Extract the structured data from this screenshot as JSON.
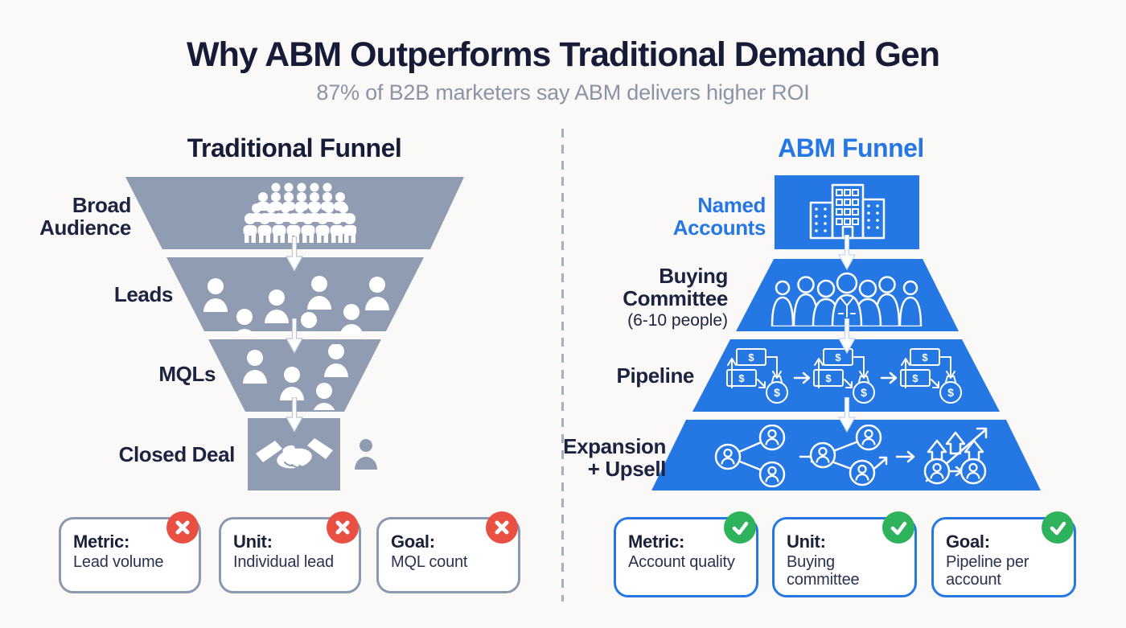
{
  "page": {
    "title": "Why ABM Outperforms Traditional Demand Gen",
    "subtitle": "87% of B2B marketers say ABM delivers higher ROI"
  },
  "colors": {
    "navy": "#1C2340",
    "funnel_gray": "#8F9CB2",
    "brand_blue": "#2577E4",
    "subtitle_gray": "#8B93A6",
    "negative_red": "#EA4F44",
    "positive_green": "#2EB35C",
    "card_border_gray": "#8A98B0",
    "background": "#FAF9F7"
  },
  "traditional": {
    "heading": "Traditional Funnel",
    "stages": [
      {
        "label_lines": [
          "Broad",
          "Audience"
        ],
        "icon": "crowd-icon"
      },
      {
        "label_lines": [
          "Leads"
        ],
        "icon": "leads-people-icon"
      },
      {
        "label_lines": [
          "MQLs"
        ],
        "icon": "mql-people-icon"
      },
      {
        "label_lines": [
          "Closed Deal"
        ],
        "icon": "handshake-icon"
      }
    ],
    "cards": [
      {
        "title": "Metric:",
        "value": "Lead volume",
        "status": "negative",
        "status_icon": "x-icon"
      },
      {
        "title": "Unit:",
        "value": "Individual lead",
        "status": "negative",
        "status_icon": "x-icon"
      },
      {
        "title": "Goal:",
        "value": "MQL count",
        "status": "negative",
        "status_icon": "x-icon"
      }
    ]
  },
  "abm": {
    "heading": "ABM Funnel",
    "stages": [
      {
        "label_lines": [
          "Named",
          "Accounts"
        ],
        "icon": "office-building-icon"
      },
      {
        "label_lines": [
          "Buying",
          "Committee"
        ],
        "sublabel": "(6-10 people)",
        "icon": "buying-committee-icon"
      },
      {
        "label_lines": [
          "Pipeline"
        ],
        "icon": "money-flow-icon"
      },
      {
        "label_lines": [
          "Expansion",
          "+ Upsell"
        ],
        "icon": "network-growth-icon"
      }
    ],
    "cards": [
      {
        "title": "Metric:",
        "value": "Account quality",
        "status": "positive",
        "status_icon": "check-icon"
      },
      {
        "title": "Unit:",
        "value": "Buying committee",
        "status": "positive",
        "status_icon": "check-icon"
      },
      {
        "title": "Goal:",
        "value": "Pipeline per account",
        "status": "positive",
        "status_icon": "check-icon"
      }
    ]
  }
}
